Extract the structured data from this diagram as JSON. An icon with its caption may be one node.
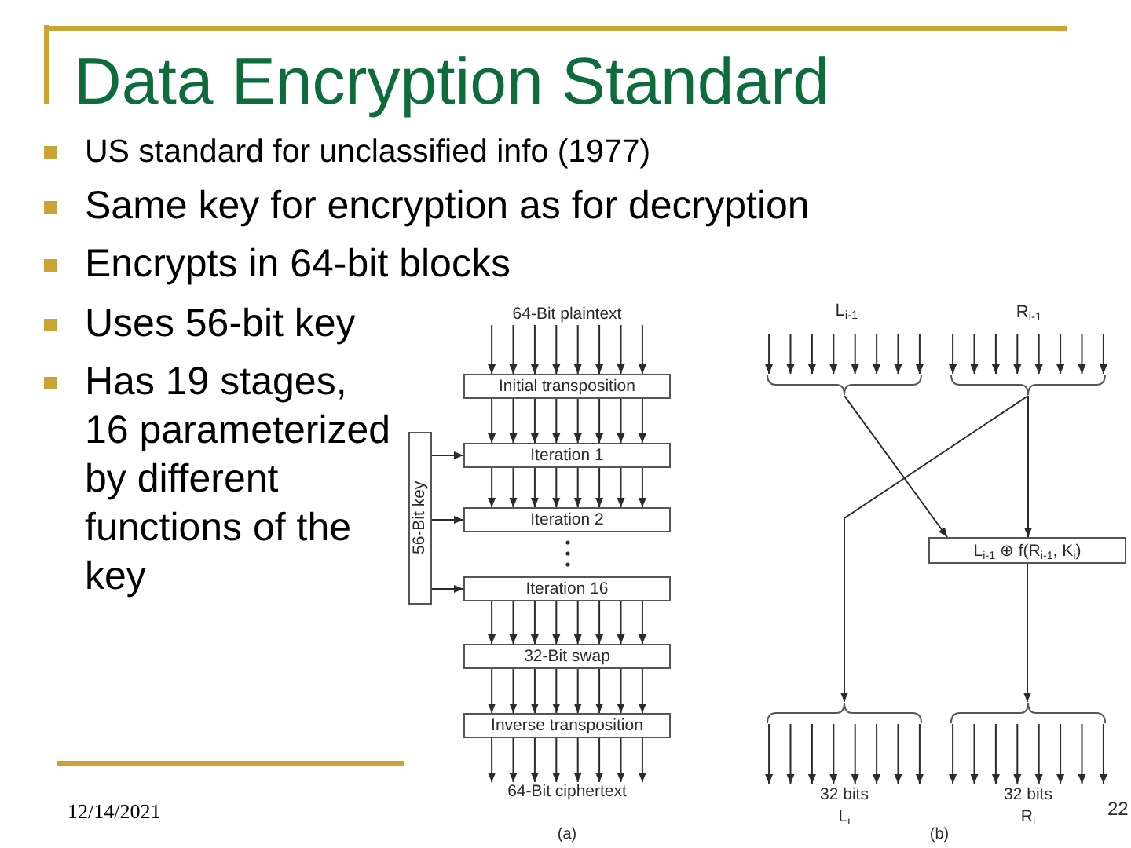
{
  "diagram": {
    "title": "Data Encryption Standard",
    "nodes": [
      {
        "text": [
          "64-Bit plaintext"
        ]
      },
      {
        "text": [
          "Initial transposition"
        ]
      },
      {
        "text": [
          "Iteration 1"
        ]
      },
      {
        "text": [
          "Iteration 2"
        ]
      },
      {
        "text": [
          "Iteration 16"
        ]
      },
      {
        "text": [
          "32-Bit swap"
        ]
      },
      {
        "text": [
          "Inverse transposition"
        ]
      },
      {
        "text": [
          "64-Bit ciphertext"
        ]
      },
      {
        "text": [
          "56-Bit key"
        ]
      },
      {
        "text": [],
        "shape": "brace"
      },
      {
        "text": [],
        "shape": "brace"
      },
      {
        "text": [
          "L$_{i-1}$ ⊕ f(R$_{i-1}$, K$_{i}$)"
        ]
      },
      {
        "text": [],
        "shape": "brace"
      },
      {
        "text": [],
        "shape": "brace"
      },
      {
        "text": [
          "32 bits",
          "L$_{i}$"
        ]
      },
      {
        "text": [
          "32 bits",
          "R$_{i}$"
        ]
      }
    ],
    "edges": [
      {
        "from": 0,
        "to": 1,
        "arrow": "to"
      },
      {
        "from": 0,
        "to": 1,
        "arrow": "to"
      },
      {
        "from": 0,
        "to": 1,
        "arrow": "to"
      },
      {
        "from": 0,
        "to": 1,
        "arrow": "to"
      },
      {
        "from": 0,
        "to": 1,
        "arrow": "to"
      },
      {
        "from": 0,
        "to": 1,
        "arrow": "to"
      },
      {
        "from": 0,
        "to": 1,
        "arrow": "to"
      },
      {
        "from": 0,
        "to": 1,
        "arrow": "to"
      },
      {
        "from": 1,
        "to": 2,
        "arrow": "to"
      },
      {
        "from": 1,
        "to": 2,
        "arrow": "to"
      },
      {
        "from": 1,
        "to": 2,
        "arrow": "to"
      },
      {
        "from": 1,
        "to": 2,
        "arrow": "to"
      },
      {
        "from": 1,
        "to": 2,
        "arrow": "to"
      },
      {
        "from": 1,
        "to": 2,
        "arrow": "to"
      },
      {
        "from": 1,
        "to": 2,
        "arrow": "to"
      },
      {
        "from": 1,
        "to": 2,
        "arrow": "to"
      },
      {
        "from": 2,
        "to": 3,
        "arrow": "to"
      },
      {
        "from": 2,
        "to": 3,
        "arrow": "to"
      },
      {
        "from": 2,
        "to": 3,
        "arrow": "to"
      },
      {
        "from": 2,
        "to": 3,
        "arrow": "to"
      },
      {
        "from": 2,
        "to": 3,
        "arrow": "to"
      },
      {
        "from": 2,
        "to": 3,
        "arrow": "to"
      },
      {
        "from": 2,
        "to": 3,
        "arrow": "to"
      },
      {
        "from": 2,
        "to": 3,
        "arrow": "to"
      },
      {
        "from": 4,
        "to": 5,
        "arrow": "to"
      },
      {
        "from": 4,
        "to": 5,
        "arrow": "to"
      },
      {
        "from": 4,
        "to": 5,
        "arrow": "to"
      },
      {
        "from": 4,
        "to": 5,
        "arrow": "to"
      },
      {
        "from": 4,
        "to": 5,
        "arrow": "to"
      },
      {
        "from": 4,
        "to": 5,
        "arrow": "to"
      },
      {
        "from": 4,
        "to": 5,
        "arrow": "to"
      },
      {
        "from": 4,
        "to": 5,
        "arrow": "to"
      },
      {
        "from": 5,
        "to": 6,
        "arrow": "to"
      },
      {
        "from": 5,
        "to": 6,
        "arrow": "to"
      },
      {
        "from": 5,
        "to": 6,
        "arrow": "to"
      },
      {
        "from": 5,
        "to": 6,
        "arrow": "to"
      },
      {
        "from": 5,
        "to": 6,
        "arrow": "to"
      },
      {
        "from": 5,
        "to": 6,
        "arrow": "to"
      },
      {
        "from": 5,
        "to": 6,
        "arrow": "to"
      },
      {
        "from": 5,
        "to": 6,
        "arrow": "to"
      },
      {
        "from": 6,
        "to": 7,
        "arrow": "to"
      },
      {
        "from": 6,
        "to": 7,
        "arrow": "to"
      },
      {
        "from": 6,
        "to": 7,
        "arrow": "to"
      },
      {
        "from": 6,
        "to": 7,
        "arrow": "to"
      },
      {
        "from": 6,
        "to": 7,
        "arrow": "to"
      },
      {
        "from": 6,
        "to": 7,
        "arrow": "to"
      },
      {
        "from": 6,
        "to": 7,
        "arrow": "to"
      },
      {
        "from": 6,
        "to": 7,
        "arrow": "to"
      },
      {
        "from": 8,
        "to": 2,
        "arrow": "to"
      },
      {
        "from": 8,
        "to": 3,
        "arrow": "to"
      },
      {
        "from": 8,
        "to": 4,
        "arrow": "to"
      },
      {
        "from": null,
        "to": 9,
        "arrow": "to"
      },
      {
        "from": null,
        "to": 9,
        "arrow": "to"
      },
      {
        "from": null,
        "to": 9,
        "arrow": "to"
      },
      {
        "from": null,
        "to": 9,
        "arrow": "to"
      },
      {
        "from": null,
        "to": 9,
        "arrow": "to"
      },
      {
        "from": null,
        "to": 9,
        "arrow": "to"
      },
      {
        "from": null,
        "to": 9,
        "arrow": "to"
      },
      {
        "from": null,
        "to": 9,
        "arrow": "to"
      },
      {
        "from": null,
        "to": 10,
        "arrow": "to"
      },
      {
        "from": null,
        "to": 10,
        "arrow": "to"
      },
      {
        "from": null,
        "to": 10,
        "arrow": "to"
      },
      {
        "from": null,
        "to": 10,
        "arrow": "to"
      },
      {
        "from": null,
        "to": 10,
        "arrow": "to"
      },
      {
        "from": null,
        "to": 10,
        "arrow": "to"
      },
      {
        "from": null,
        "to": 10,
        "arrow": "to"
      },
      {
        "from": null,
        "to": 10,
        "arrow": "to"
      },
      {
        "from": 9,
        "to": 11,
        "arrow": "to"
      },
      {
        "from": 10,
        "to": 12,
        "arrow": "to"
      },
      {
        "from": 10,
        "to": 11,
        "arrow": "to"
      },
      {
        "from": 11,
        "to": 13,
        "arrow": "to"
      },
      {
        "from": 12,
        "to": 14,
        "arrow": "to"
      },
      {
        "from": 12,
        "to": 14,
        "arrow": "to"
      },
      {
        "from": 12,
        "to": 14,
        "arrow": "to"
      },
      {
        "from": 12,
        "to": 14,
        "arrow": "to"
      },
      {
        "from": 12,
        "to": 14,
        "arrow": "to"
      },
      {
        "from": 12,
        "to": 14,
        "arrow": "to"
      },
      {
        "from": 12,
        "to": 14,
        "arrow": "to"
      },
      {
        "from": 12,
        "to": 14,
        "arrow": "to"
      },
      {
        "from": 13,
        "to": 15,
        "arrow": "to"
      },
      {
        "from": 13,
        "to": 15,
        "arrow": "to"
      },
      {
        "from": 13,
        "to": 15,
        "arrow": "to"
      },
      {
        "from": 13,
        "to": 15,
        "arrow": "to"
      },
      {
        "from": 13,
        "to": 15,
        "arrow": "to"
      },
      {
        "from": 13,
        "to": 15,
        "arrow": "to"
      },
      {
        "from": 13,
        "to": 15,
        "arrow": "to"
      },
      {
        "from": 13,
        "to": 15,
        "arrow": "to"
      }
    ],
    "labels": [
      "US standard for unclassified info (1977)",
      "Same key for encryption as for decryption",
      "Encrypts in 64-bit blocks",
      "Uses 56-bit key",
      "Has 19 stages, 16 parameterized by different functions of the key",
      "L$_{i-1}$",
      "R$_{i-1}$",
      "12/14/2021",
      "22",
      "(a)",
      "(b)"
    ]
  }
}
